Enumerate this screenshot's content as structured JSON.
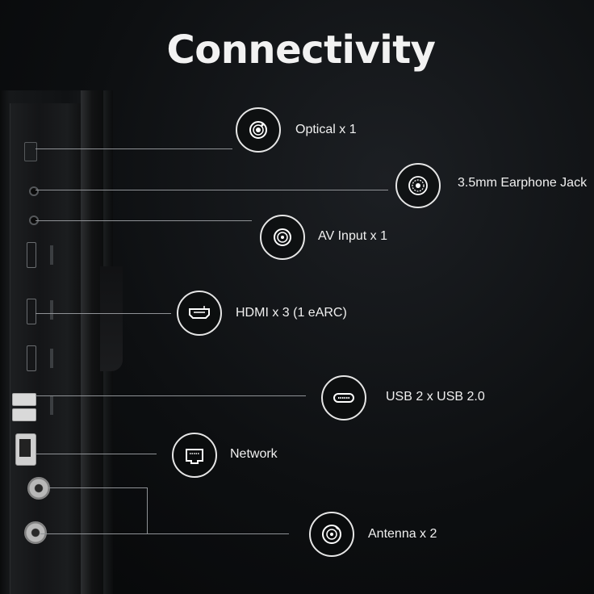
{
  "title": "Connectivity",
  "ports": [
    {
      "label": "Optical x 1",
      "icon": "optical-port-icon"
    },
    {
      "label": "3.5mm Earphone Jack",
      "icon": "earphone-jack-icon"
    },
    {
      "label": "AV Input x 1",
      "icon": "av-input-icon"
    },
    {
      "label": "HDMI x 3 (1 eARC)",
      "icon": "hdmi-port-icon"
    },
    {
      "label": "USB 2 x USB 2.0",
      "icon": "usb-port-icon"
    },
    {
      "label": "Network",
      "icon": "ethernet-port-icon"
    },
    {
      "label": "Antenna x 2",
      "icon": "antenna-port-icon"
    }
  ]
}
